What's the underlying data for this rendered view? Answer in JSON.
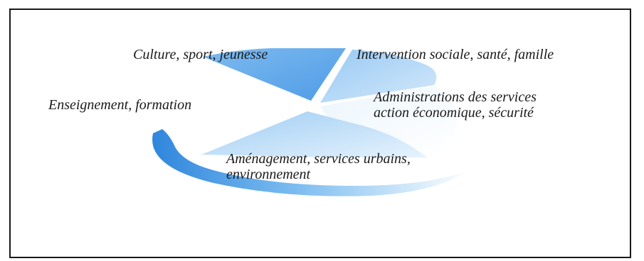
{
  "diagram": {
    "segments": [
      {
        "id": "culture",
        "label": "Culture, sport, jeunesse",
        "color": "#6fb0ee"
      },
      {
        "id": "intervention",
        "label": "Intervention sociale, santé, famille",
        "color": "#a9d3f5"
      },
      {
        "id": "administrations",
        "label_lines": [
          "Administrations des services",
          "action économique, sécurité"
        ],
        "color": "#d8ecfb"
      },
      {
        "id": "amenagement",
        "label_lines": [
          "Aménagement, services urbains,",
          "environnement"
        ],
        "color": "#b9dcf6"
      },
      {
        "id": "enseignement",
        "label": "Enseignement, formation",
        "color": "#3f93e0"
      }
    ]
  }
}
